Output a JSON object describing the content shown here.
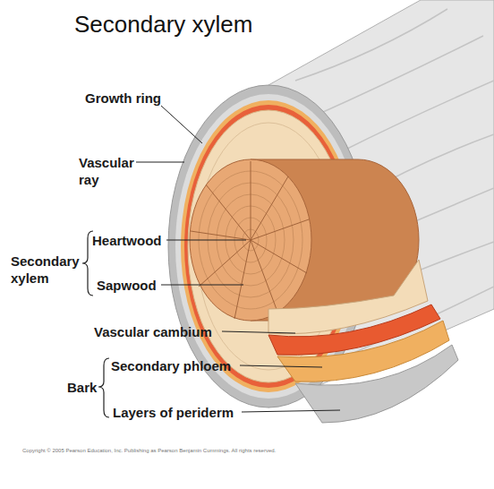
{
  "diagram": {
    "title": "Secondary xylem",
    "labels": [
      "Growth ring",
      "Vascular ray",
      "Heartwood",
      "Secondary xylem",
      "Sapwood",
      "Vascular cambium",
      "Secondary phloem",
      "Bark",
      "Layers of periderm",
      "Copyright © 2005 Pearson Education, Inc. Publishing as Pearson Benjamin Cummings. All rights reserved."
    ]
  }
}
